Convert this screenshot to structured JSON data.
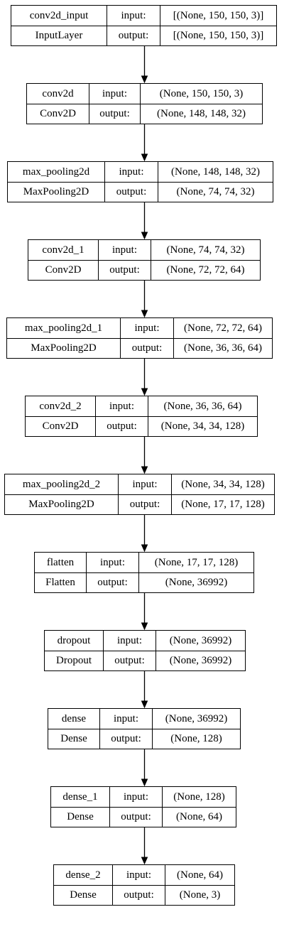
{
  "diagram": {
    "port_labels": {
      "input": "input:",
      "output": "output:"
    },
    "layers": [
      {
        "name": "conv2d_input",
        "type": "InputLayer",
        "input": "[(None, 150, 150, 3)]",
        "output": "[(None, 150, 150, 3)]"
      },
      {
        "name": "conv2d",
        "type": "Conv2D",
        "input": "(None, 150, 150, 3)",
        "output": "(None, 148, 148, 32)"
      },
      {
        "name": "max_pooling2d",
        "type": "MaxPooling2D",
        "input": "(None, 148, 148, 32)",
        "output": "(None, 74, 74, 32)"
      },
      {
        "name": "conv2d_1",
        "type": "Conv2D",
        "input": "(None, 74, 74, 32)",
        "output": "(None, 72, 72, 64)"
      },
      {
        "name": "max_pooling2d_1",
        "type": "MaxPooling2D",
        "input": "(None, 72, 72, 64)",
        "output": "(None, 36, 36, 64)"
      },
      {
        "name": "conv2d_2",
        "type": "Conv2D",
        "input": "(None, 36, 36, 64)",
        "output": "(None, 34, 34, 128)"
      },
      {
        "name": "max_pooling2d_2",
        "type": "MaxPooling2D",
        "input": "(None, 34, 34, 128)",
        "output": "(None, 17, 17, 128)"
      },
      {
        "name": "flatten",
        "type": "Flatten",
        "input": "(None, 17, 17, 128)",
        "output": "(None, 36992)"
      },
      {
        "name": "dropout",
        "type": "Dropout",
        "input": "(None, 36992)",
        "output": "(None, 36992)"
      },
      {
        "name": "dense",
        "type": "Dense",
        "input": "(None, 36992)",
        "output": "(None, 128)"
      },
      {
        "name": "dense_1",
        "type": "Dense",
        "input": "(None, 128)",
        "output": "(None, 64)"
      },
      {
        "name": "dense_2",
        "type": "Dense",
        "input": "(None, 64)",
        "output": "(None, 3)"
      }
    ]
  }
}
